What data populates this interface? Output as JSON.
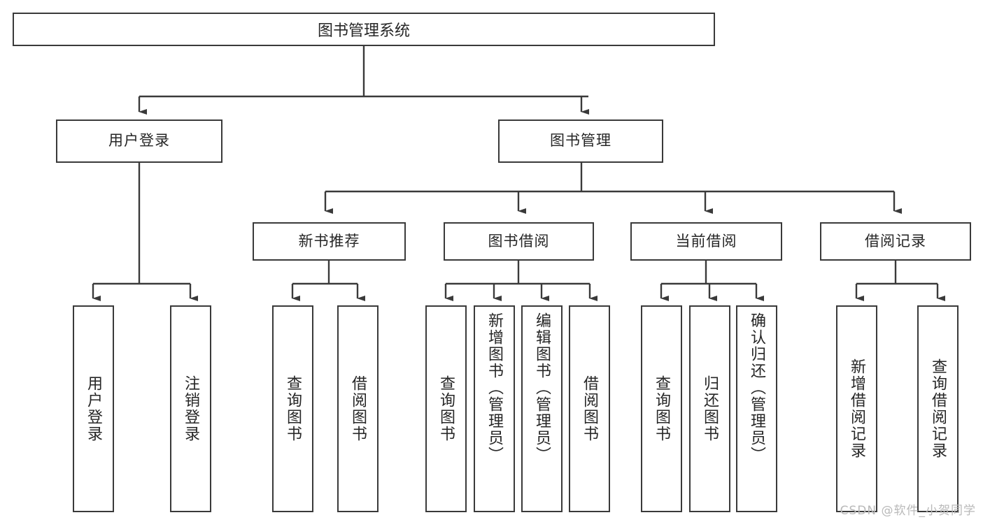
{
  "diagram": {
    "type": "tree-hierarchy",
    "title": "图书管理系统",
    "orientation": "top-down",
    "colors": {
      "background": "#ffffff",
      "box_border": "#3a3a3a",
      "box_fill": "#ffffff",
      "connector": "#3a3a3a",
      "text": "#262626",
      "watermark": "#b9b9b9"
    },
    "root": {
      "id": "root",
      "label": "图书管理系统"
    },
    "level2": [
      {
        "id": "user-login",
        "label": "用户登录"
      },
      {
        "id": "book-management",
        "label": "图书管理"
      }
    ],
    "level3": [
      {
        "id": "new-book-recommend",
        "label": "新书推荐"
      },
      {
        "id": "book-borrow",
        "label": "图书借阅"
      },
      {
        "id": "current-borrow",
        "label": "当前借阅"
      },
      {
        "id": "borrow-record",
        "label": "借阅记录"
      }
    ],
    "leaves": {
      "user_login": [
        {
          "id": "leaf-user-login",
          "label": "用户登录"
        },
        {
          "id": "leaf-logout-login",
          "label": "注销登录"
        }
      ],
      "new_book_recommend": [
        {
          "id": "leaf-query-book-1",
          "label": "查询图书"
        },
        {
          "id": "leaf-borrow-book-1",
          "label": "借阅图书"
        }
      ],
      "book_borrow": [
        {
          "id": "leaf-query-book-2",
          "label": "查询图书"
        },
        {
          "id": "leaf-add-book",
          "label": "新增图书（管理员）"
        },
        {
          "id": "leaf-edit-book",
          "label": "编辑图书（管理员）"
        },
        {
          "id": "leaf-borrow-book-2",
          "label": "借阅图书"
        }
      ],
      "current_borrow": [
        {
          "id": "leaf-query-book-3",
          "label": "查询图书"
        },
        {
          "id": "leaf-return-book",
          "label": "归还图书"
        },
        {
          "id": "leaf-confirm-return",
          "label": "确认归还（管理员）"
        }
      ],
      "borrow_record": [
        {
          "id": "leaf-add-borrow-record",
          "label": "新增借阅记录"
        },
        {
          "id": "leaf-query-borrow-record",
          "label": "查询借阅记录"
        }
      ]
    }
  },
  "watermark": {
    "text": "CSDN @软件_小贺同学"
  }
}
